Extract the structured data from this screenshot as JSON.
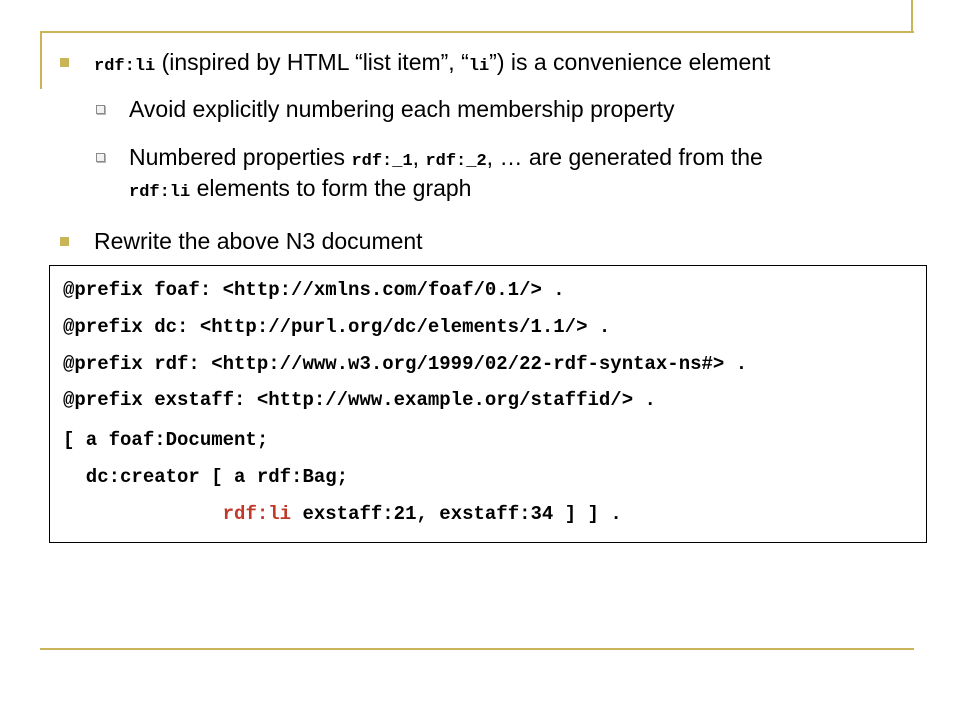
{
  "slide": {
    "accent_color": "#c9b458",
    "bullets": [
      {
        "code": "rdf:li",
        "text": " (inspired by HTML “list item”, “",
        "code2": "li",
        "text2": "”) is a convenience element"
      },
      {
        "text": "Avoid explicitly numbering each membership property"
      },
      {
        "text": "Numbered properties ",
        "code": "rdf:_1",
        "sep": ", ",
        "code2": "rdf:_2",
        "text2": ", … are generated from the",
        "cont_code": "rdf:li",
        "cont_text": " elements to form the graph"
      },
      {
        "text": "Rewrite the above N3 document"
      }
    ],
    "code_block": {
      "lines": [
        "@prefix foaf: <http://xmlns.com/foaf/0.1/> .",
        "@prefix dc: <http://purl.org/dc/elements/1.1/> .",
        "@prefix rdf: <http://www.w3.org/1999/02/22-rdf-syntax-ns#> .",
        "@prefix exstaff: <http://www.example.org/staffid/> .",
        "[ a foaf:Document;",
        "  dc:creator [ a rdf:Bag;"
      ],
      "last_indent": "              ",
      "last_highlight": "rdf:li",
      "last_rest": " exstaff:21, exstaff:34 ] ] .",
      "highlight_color": "#c0392b"
    }
  }
}
